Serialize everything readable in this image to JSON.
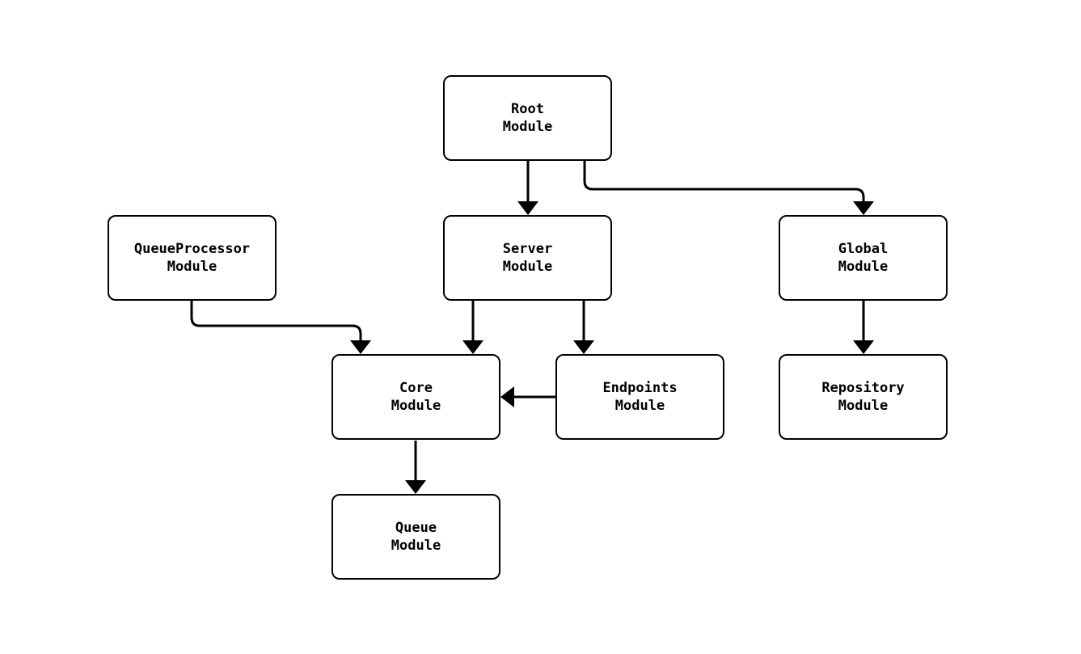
{
  "diagram": {
    "background_color": "#ffffff",
    "line_color": "#000000",
    "node_fill_color": "#ffffff",
    "node_border_color": "#000000",
    "nodes": {
      "root": {
        "label": "Root\nModule"
      },
      "queue_processor": {
        "label": "QueueProcessor\nModule"
      },
      "server": {
        "label": "Server\nModule"
      },
      "global": {
        "label": "Global\nModule"
      },
      "core": {
        "label": "Core\nModule"
      },
      "endpoints": {
        "label": "Endpoints\nModule"
      },
      "repository": {
        "label": "Repository\nModule"
      },
      "queue": {
        "label": "Queue\nModule"
      }
    },
    "edges": [
      {
        "from": "Root Module",
        "to": "Server Module"
      },
      {
        "from": "Root Module",
        "to": "Global Module"
      },
      {
        "from": "QueueProcessor Module",
        "to": "Core Module"
      },
      {
        "from": "Server Module",
        "to": "Core Module"
      },
      {
        "from": "Server Module",
        "to": "Endpoints Module"
      },
      {
        "from": "Endpoints Module",
        "to": "Core Module"
      },
      {
        "from": "Global Module",
        "to": "Repository Module"
      },
      {
        "from": "Core Module",
        "to": "Queue Module"
      }
    ]
  }
}
